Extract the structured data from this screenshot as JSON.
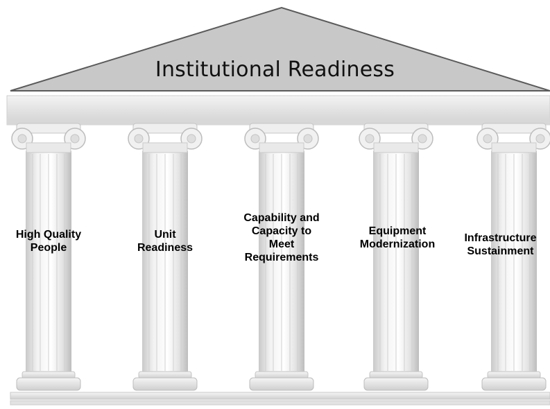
{
  "roof": {
    "title": "Institutional Readiness",
    "fill_color": "#c8c8c8",
    "edge_color": "#5a5a5a"
  },
  "pillars": [
    {
      "lines": [
        "High Quality",
        "People"
      ]
    },
    {
      "lines": [
        "Unit",
        "Readiness"
      ]
    },
    {
      "lines": [
        "Capability and",
        "Capacity to",
        "Meet",
        "Requirements"
      ]
    },
    {
      "lines": [
        "Equipment",
        "Modernization"
      ]
    },
    {
      "lines": [
        "Infrastructure",
        "Sustainment"
      ]
    }
  ],
  "colors": {
    "marble_light": "#f7f7f7",
    "marble_mid": "#e6e6e6",
    "marble_shadow": "#c4c4c4"
  }
}
